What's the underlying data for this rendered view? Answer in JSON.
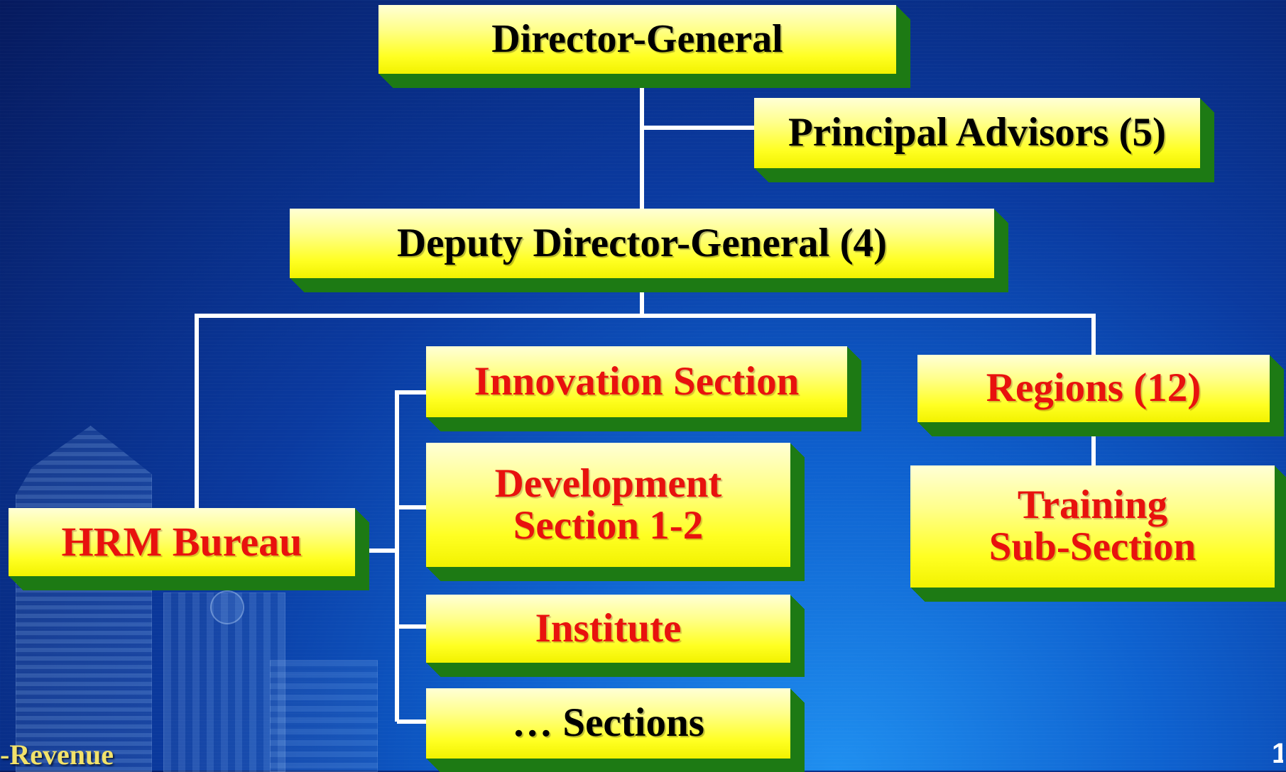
{
  "org_chart": {
    "director_general": "Director-General",
    "principal_advisors": "Principal Advisors (5)",
    "deputy_director_general": "Deputy Director-General (4)",
    "hrm_bureau": "HRM Bureau",
    "innovation_section": "Innovation Section",
    "development_section": [
      "Development",
      "Section 1-2"
    ],
    "institute": "Institute",
    "other_sections": "… Sections",
    "regions": "Regions (12)",
    "training_sub_section": [
      "Training",
      "Sub-Section"
    ]
  },
  "footer": {
    "brand_text": "-Revenue",
    "page_number": "1"
  },
  "colors": {
    "box_fill": "#ffff22",
    "box_shadow": "#1d7a14",
    "black_text": "#000000",
    "red_text": "#e8120e",
    "connector": "#ffffff",
    "background": "#0a3aa0"
  }
}
